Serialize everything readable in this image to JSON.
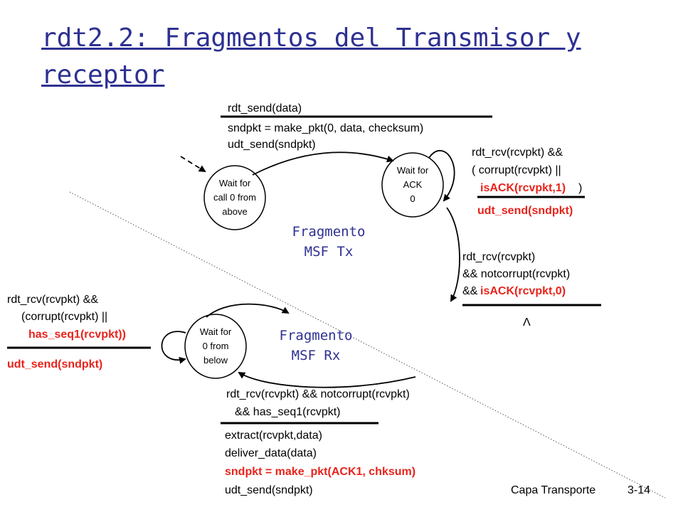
{
  "title": "rdt2.2: Fragmentos del Transmisor y receptor",
  "states": {
    "wait_call0": [
      "Wait for",
      "call 0 from",
      "above"
    ],
    "wait_ack0": [
      "Wait for",
      "ACK",
      "0"
    ],
    "wait_0_below": [
      "Wait for",
      "0 from",
      "below"
    ]
  },
  "fragments": {
    "tx": [
      "Fragmento",
      "MSF Tx"
    ],
    "rx": [
      "Fragmento",
      "MSF Rx"
    ]
  },
  "transitions": {
    "send_event": "rdt_send(data)",
    "send_action1": "sndpkt = make_pkt(0, data, checksum)",
    "send_action2": "udt_send(sndpkt)",
    "tx_loop_event1": "rdt_rcv(rcvpkt) &&",
    "tx_loop_event2": "( corrupt(rcvpkt) ||",
    "tx_loop_event3": "isACK(rcvpkt,1)",
    "tx_loop_event3_close": ")",
    "tx_loop_action": "udt_send(sndpkt)",
    "ack_event1": "rdt_rcv(rcvpkt)",
    "ack_event2": "&& notcorrupt(rcvpkt)",
    "ack_event3_prefix": "&&",
    "ack_event3_red": "isACK(rcvpkt,0)",
    "ack_action": "Λ",
    "rx_loop_event1": "rdt_rcv(rcvpkt) &&",
    "rx_loop_event2": "(corrupt(rcvpkt) ||",
    "rx_loop_event3": "has_seq1(rcvpkt))",
    "rx_loop_action": "udt_send(sndpkt)",
    "rx_event1": "rdt_rcv(rcvpkt) && notcorrupt(rcvpkt)",
    "rx_event2": "&& has_seq1(rcvpkt)",
    "rx_action1": "extract(rcvpkt,data)",
    "rx_action2": "deliver_data(data)",
    "rx_action3": "sndpkt = make_pkt(ACK1, chksum)",
    "rx_action4": "udt_send(sndpkt)"
  },
  "footer": {
    "section": "Capa Transporte",
    "page": "3-14"
  },
  "colors": {
    "title": "#2e3192",
    "highlight": "#e8231b"
  }
}
